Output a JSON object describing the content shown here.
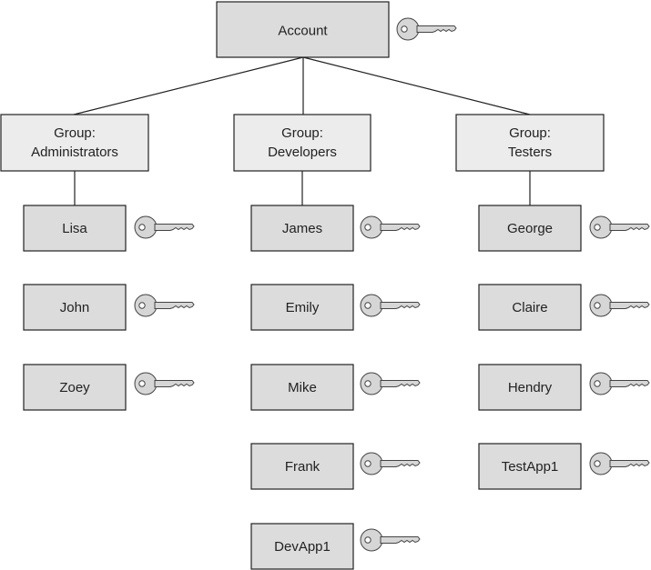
{
  "account": {
    "label": "Account",
    "icon": "key-icon"
  },
  "groups": [
    {
      "title": "Group:",
      "name": "Administrators",
      "members": [
        {
          "name": "Lisa",
          "icon": "key-icon"
        },
        {
          "name": "John",
          "icon": "key-icon"
        },
        {
          "name": "Zoey",
          "icon": "key-icon"
        }
      ]
    },
    {
      "title": "Group:",
      "name": "Developers",
      "members": [
        {
          "name": "James",
          "icon": "key-icon"
        },
        {
          "name": "Emily",
          "icon": "key-icon"
        },
        {
          "name": "Mike",
          "icon": "key-icon"
        },
        {
          "name": "Frank",
          "icon": "key-icon"
        },
        {
          "name": "DevApp1",
          "icon": "key-icon"
        }
      ]
    },
    {
      "title": "Group:",
      "name": "Testers",
      "members": [
        {
          "name": "George",
          "icon": "key-icon"
        },
        {
          "name": "Claire",
          "icon": "key-icon"
        },
        {
          "name": "Hendry",
          "icon": "key-icon"
        },
        {
          "name": "TestApp1",
          "icon": "key-icon"
        }
      ]
    }
  ],
  "colors": {
    "box_fill": "#dcdcdc",
    "group_fill": "#ececec",
    "stroke": "#222222",
    "key_fill": "#d6d6d6"
  }
}
